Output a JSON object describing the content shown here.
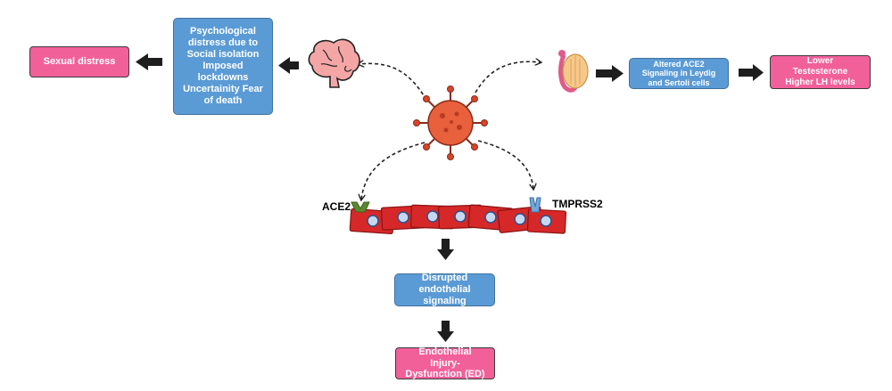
{
  "nodes": {
    "sexual_distress": "Sexual distress",
    "psychological_distress": "Psychological distress due to Social isolation Imposed lockdowns Uncertainity Fear of death",
    "altered_ace2": "Altered ACE2 Signaling in Leydig and Sertoli cells",
    "testosterone": "Lower Testesterone Higher LH levels",
    "disrupted_signaling": "Disrupted endothelial signaling",
    "endothelial_injury": "Endothelial Injury-Dysfunction (ED)"
  },
  "labels": {
    "ace2": "ACE2",
    "tmprss2": "TMPRSS2"
  },
  "icons": [
    "brain-icon",
    "virus-icon",
    "testis-icon",
    "ace2-receptor-icon",
    "tmprss2-receptor-icon",
    "endothelial-cell-icon"
  ],
  "colors": {
    "pink_box": "#f2609a",
    "blue_box": "#5b9bd5",
    "virus": "#e8603c",
    "cell": "#d62828",
    "ace2": "#5a8a2e",
    "tmprss2": "#6fa8dc",
    "brain": "#f4a6a6"
  }
}
